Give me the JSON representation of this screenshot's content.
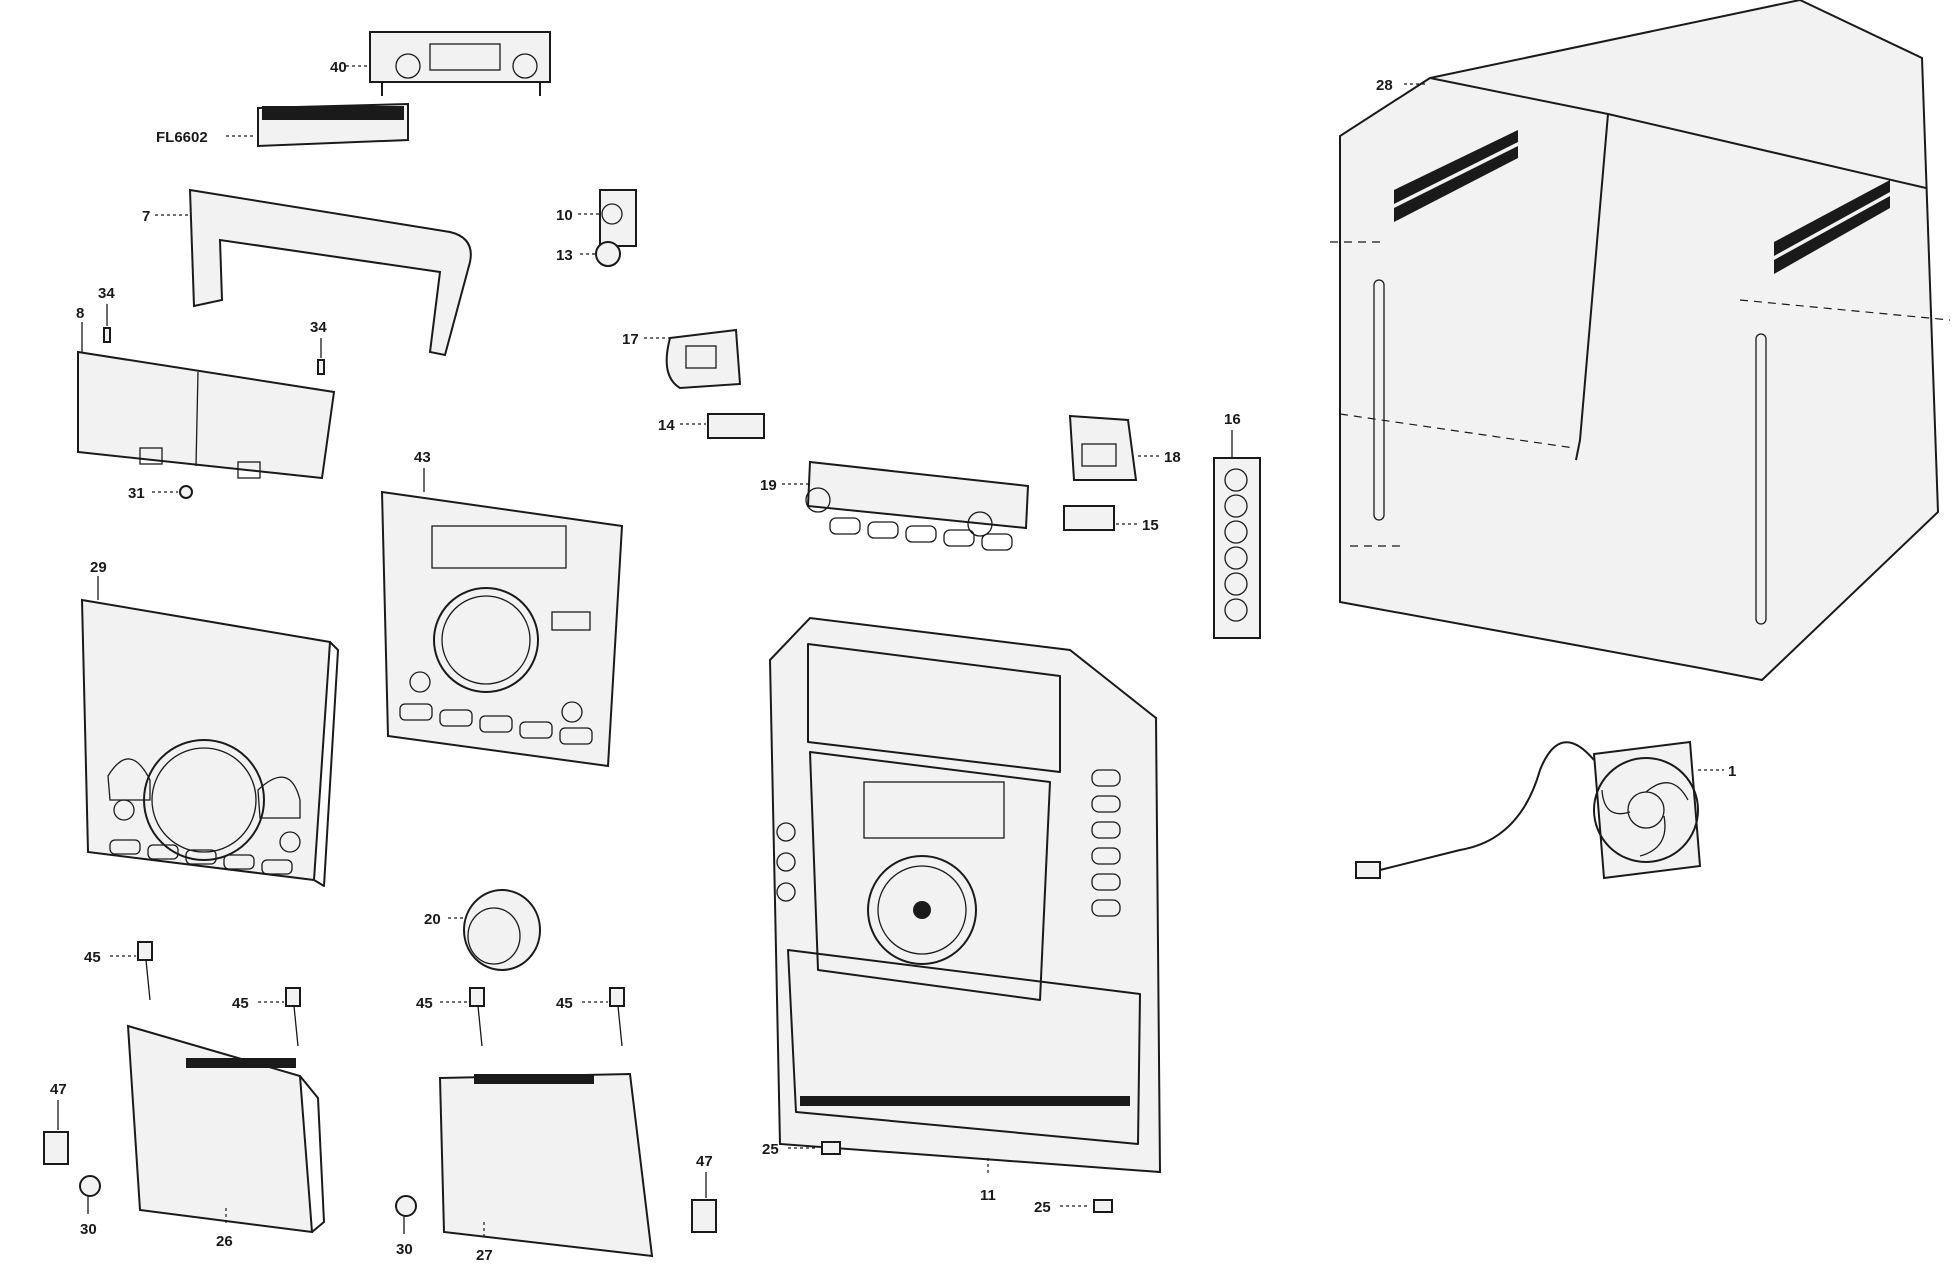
{
  "labels": {
    "p40": "40",
    "fl6602": "FL6602",
    "p7": "7",
    "p34a": "34",
    "p34b": "34",
    "p8": "8",
    "p31": "31",
    "p29": "29",
    "p43": "43",
    "p10": "10",
    "p13": "13",
    "p17": "17",
    "p14": "14",
    "p19": "19",
    "p18": "18",
    "p15": "15",
    "p16": "16",
    "p28": "28",
    "p1": "1",
    "p20": "20",
    "p45a": "45",
    "p45b": "45",
    "p45c": "45",
    "p45d": "45",
    "p47a": "47",
    "p47b": "47",
    "p30a": "30",
    "p30b": "30",
    "p26": "26",
    "p27": "27",
    "p25a": "25",
    "p25b": "25",
    "p11": "11"
  },
  "colors": {
    "line": "#1a1a1a",
    "background": "#ffffff"
  }
}
